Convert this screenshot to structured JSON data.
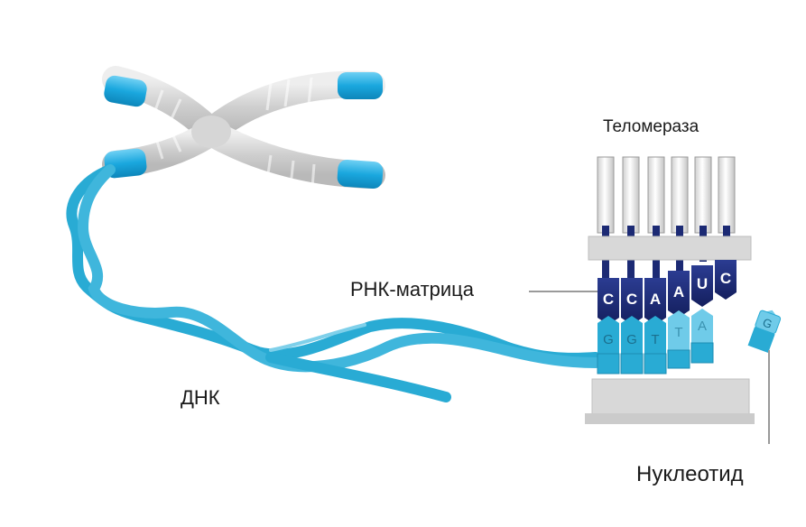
{
  "labels": {
    "telomerase": "Теломераза",
    "rna_template": "РНК-матрица",
    "dna": "ДНК",
    "nucleotide": "Нуклеотид"
  },
  "rna_bases": [
    "C",
    "C",
    "A",
    "A",
    "U",
    "C"
  ],
  "dna_bases": [
    "G",
    "G",
    "T",
    "T",
    "A"
  ],
  "incoming_base": "G",
  "colors": {
    "dna": "#29abd4",
    "dna_light": "#7fd0ea",
    "telomere": "#1aa7de",
    "chromosome": "#d9d9d9",
    "rna": "#1c2a74",
    "protein": "#d8d8d8"
  }
}
